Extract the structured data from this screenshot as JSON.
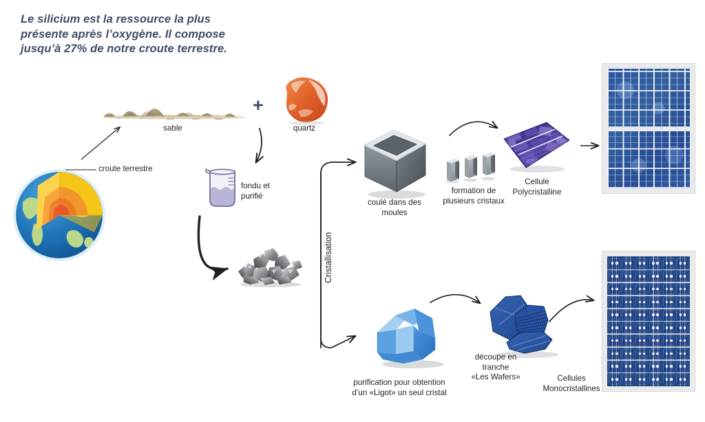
{
  "meta": {
    "title_text": "Le silicium est la ressource la plus\nprésente après l’oxygène. Il compose\njusqu’à 27% de notre croute terrestre.",
    "title_color": "#3f4c67",
    "background": "#ffffff",
    "label_color": "#231f20"
  },
  "labels": {
    "croute_terrestre": "croute terrestre",
    "sable": "sable",
    "quartz": "quartz",
    "plus_sign": "+",
    "fondu_purifie": "fondu et\npurifié",
    "cristallisation": "Cristallisation",
    "coule_moules": "coulé dans des\nmoules",
    "formation_cristaux": "formation de\nplusieurs cristaux",
    "cellule_poly": "Cellule\nPolycristalline",
    "purification_ingot": "purification pour obtention\nd’un «Ligot» un seul cristal",
    "decoupe_tranche": "découpe en\ntranche\n«Les Wafers»",
    "cellules_mono": "Cellules\nMonocristallines"
  },
  "icons": {
    "globe": "earth-cutaway-icon",
    "sand": "sand-dunes-icon",
    "quartz": "quartz-rock-icon",
    "beaker": "beaker-icon",
    "chunks": "silicon-chunks-icon",
    "cube": "casting-mold-cube-icon",
    "crystals": "crystal-blocks-icon",
    "polycell": "polycrystalline-cell-icon",
    "ingot": "silicon-ingot-icon",
    "wafers": "silicon-wafers-icon",
    "panel_poly": "polycrystalline-solar-panel-icon",
    "panel_mono": "monocrystalline-solar-panel-icon"
  },
  "colors": {
    "globe_ocean": "#1f74b8",
    "globe_land": "#b9d88c",
    "globe_crust": "#f5c518",
    "globe_mantle": "#f0962c",
    "globe_core": "#e8562a",
    "quartz": "#e2622a",
    "beaker_liquid": "#b8b6d6",
    "cube_grey": "#6f7a80",
    "poly_cell": "#4a3b8f",
    "ingot_blue": "#3f8ddb",
    "wafer_blue": "#1f4fa0",
    "panel_poly_blue": "#2b55a0",
    "panel_mono_blue": "#1f4486",
    "arrow": "#231f20"
  }
}
